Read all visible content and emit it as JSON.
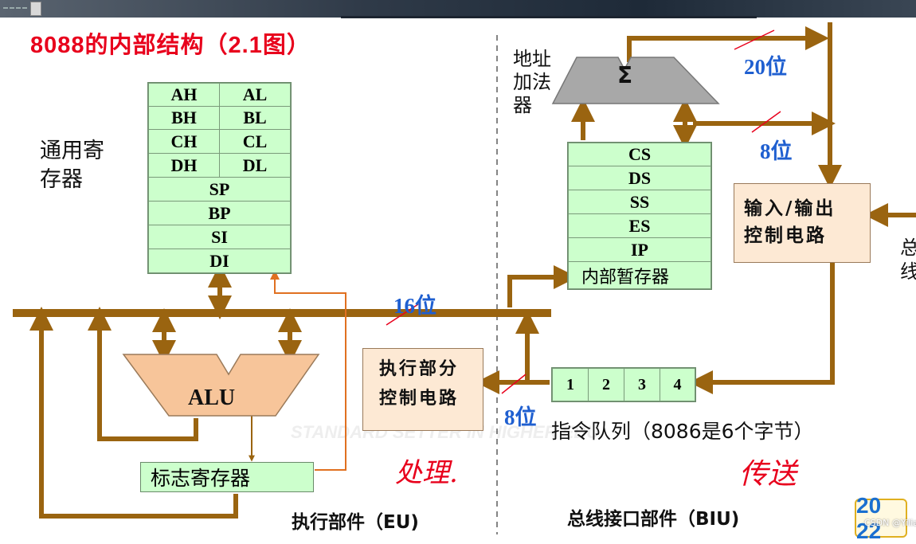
{
  "title": "8088的内部结构（2.1图）",
  "general_registers": {
    "label": "通用寄存器",
    "pairs": [
      [
        "AH",
        "AL"
      ],
      [
        "BH",
        "BL"
      ],
      [
        "CH",
        "CL"
      ],
      [
        "DH",
        "DL"
      ]
    ],
    "rows": [
      "SP",
      "BP",
      "SI",
      "DI"
    ]
  },
  "segment_registers": {
    "rows": [
      "CS",
      "DS",
      "SS",
      "ES",
      "IP"
    ],
    "temp": "内部暂存器"
  },
  "address_adder": {
    "label": "地址加法器",
    "symbol": "Σ"
  },
  "widths": {
    "w20": "20位",
    "w8_top": "8位",
    "w16": "16位",
    "w8_bottom": "8位"
  },
  "io_control": "输入/输出控制电路",
  "bus_label": "总线",
  "alu": "ALU",
  "flags": "标志寄存器",
  "eu_control": {
    "line1": "执行部分",
    "line2": "控制电路"
  },
  "queue": {
    "cells": [
      "1",
      "2",
      "3",
      "4"
    ],
    "caption": "指令队列（8086是6个字节）"
  },
  "handwritten": {
    "left": "处理.",
    "right": "传送"
  },
  "eu_label": "执行部件（EU)",
  "biu_label": "总线接口部件（BIU)",
  "watermark": "STANDARD SETTER IN HIGHER EDU",
  "logo": "20 22",
  "csdn": "CSDN @Yilia",
  "colors": {
    "bus": "#9a6410",
    "register_fill": "#ccffcc",
    "box_fill": "#fde9d4",
    "title": "#e8001c",
    "width_label": "#1f5fd0"
  }
}
